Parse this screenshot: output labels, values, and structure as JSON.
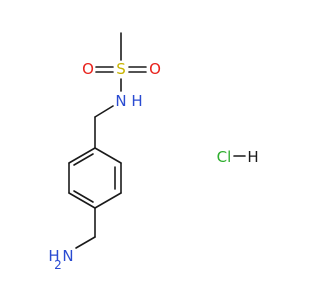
{
  "molecule": {
    "atoms": {
      "sulfur": "S",
      "oxygen_left": "O",
      "oxygen_right": "O",
      "amide_n": "N",
      "amide_h": "H",
      "amine_h": "H",
      "amine_n": "N",
      "amine_h2": "2",
      "salt_cl": "Cl",
      "salt_h": "H"
    },
    "colors": {
      "bond": "#1a1a1a",
      "sulfur": "#c8b400",
      "oxygen": "#e8211b",
      "nitrogen": "#2a4bd1",
      "chlorine": "#2fae2f"
    }
  }
}
